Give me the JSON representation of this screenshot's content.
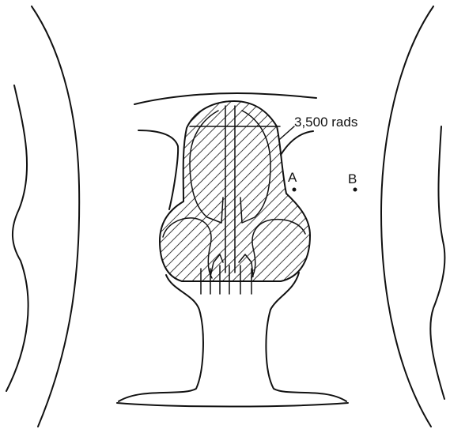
{
  "figure": {
    "dose_label": "3,500 rads",
    "point_a_label": "A",
    "point_b_label": "B",
    "colors": {
      "ink": "#111111",
      "background": "#ffffff"
    }
  }
}
